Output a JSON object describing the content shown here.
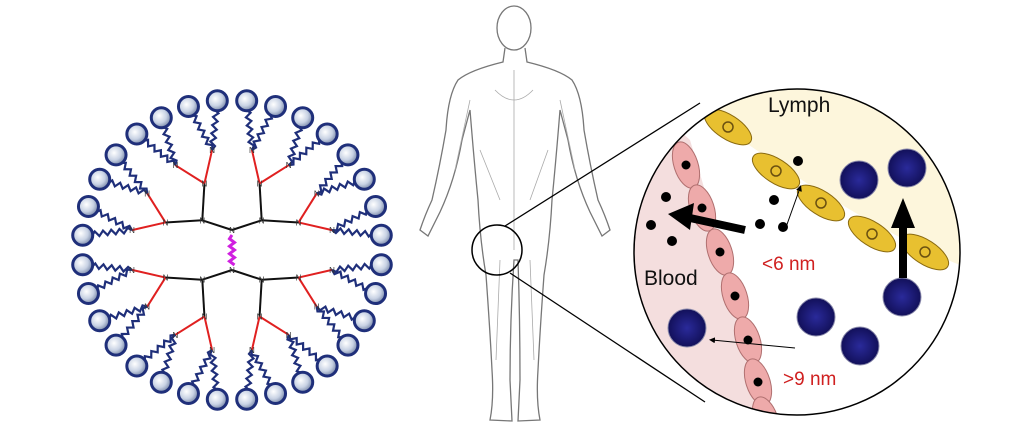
{
  "labels": {
    "lymph": "Lymph",
    "blood": "Blood",
    "small_size": "<6 nm",
    "large_size": ">9 nm",
    "atom": "N"
  },
  "colors": {
    "sphere": "#1f2f7a",
    "bond_red": "#e02020",
    "bond_core": "#d020e0",
    "blood_bg": "#f4dede",
    "lymph_bg": "#fdf6dc",
    "endothelial": "#eeaaaa",
    "lymph_cell": "#e8c030",
    "particle_large": "#1a1470",
    "size_text": "#d02020"
  }
}
